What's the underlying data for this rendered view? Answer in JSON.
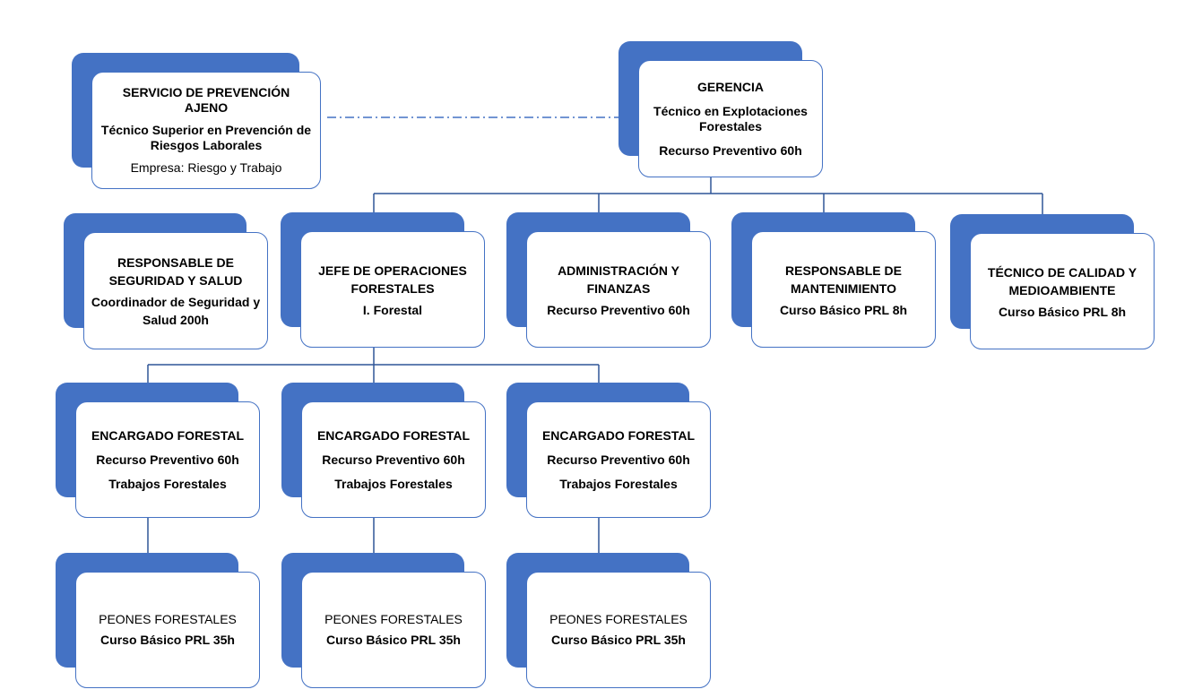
{
  "nodes": {
    "spa": {
      "lines": [
        {
          "text": "SERVICIO DE PREVENCIÓN AJENO",
          "bold": true
        },
        {
          "text": "Técnico Superior en Prevención de Riesgos Laborales",
          "bold": true
        },
        {
          "text": "Empresa: Riesgo y Trabajo",
          "bold": false
        }
      ]
    },
    "gerencia": {
      "lines": [
        {
          "text": "GERENCIA",
          "bold": true
        },
        {
          "text": "Técnico en Explotaciones Forestales",
          "bold": true
        },
        {
          "text": "Recurso Preventivo 60h",
          "bold": true
        }
      ]
    },
    "seguridad": {
      "lines": [
        {
          "text": "RESPONSABLE DE SEGURIDAD Y SALUD",
          "bold": true
        },
        {
          "text": "Coordinador de Seguridad y Salud 200h",
          "bold": true
        }
      ]
    },
    "jefe": {
      "lines": [
        {
          "text": "JEFE DE OPERACIONES FORESTALES",
          "bold": true
        },
        {
          "text": "I. Forestal",
          "bold": true
        }
      ]
    },
    "admin": {
      "lines": [
        {
          "text": "ADMINISTRACIÓN Y FINANZAS",
          "bold": true
        },
        {
          "text": "Recurso Preventivo 60h",
          "bold": true
        }
      ]
    },
    "mant": {
      "lines": [
        {
          "text": "RESPONSABLE DE MANTENIMIENTO",
          "bold": true
        },
        {
          "text": "Curso Básico PRL 8h",
          "bold": true
        }
      ]
    },
    "calidad": {
      "lines": [
        {
          "text": "TÉCNICO DE CALIDAD Y MEDIOAMBIENTE",
          "bold": true
        },
        {
          "text": "Curso Básico PRL 8h",
          "bold": true
        }
      ]
    },
    "enc1": {
      "lines": [
        {
          "text": "ENCARGADO FORESTAL",
          "bold": true
        },
        {
          "text": "Recurso Preventivo 60h",
          "bold": true
        },
        {
          "text": "Trabajos Forestales",
          "bold": true
        }
      ]
    },
    "enc2": {
      "lines": [
        {
          "text": "ENCARGADO FORESTAL",
          "bold": true
        },
        {
          "text": "Recurso Preventivo 60h",
          "bold": true
        },
        {
          "text": "Trabajos Forestales",
          "bold": true
        }
      ]
    },
    "enc3": {
      "lines": [
        {
          "text": "ENCARGADO FORESTAL",
          "bold": true
        },
        {
          "text": "Recurso Preventivo 60h",
          "bold": true
        },
        {
          "text": "Trabajos Forestales",
          "bold": true
        }
      ]
    },
    "peon1": {
      "lines": [
        {
          "text": "PEONES FORESTALES",
          "bold": false
        },
        {
          "text": "Curso Básico PRL 35h",
          "bold": true
        }
      ]
    },
    "peon2": {
      "lines": [
        {
          "text": "PEONES FORESTALES",
          "bold": false
        },
        {
          "text": "Curso Básico PRL 35h",
          "bold": true
        }
      ]
    },
    "peon3": {
      "lines": [
        {
          "text": "PEONES FORESTALES",
          "bold": false
        },
        {
          "text": "Curso Básico PRL 35h",
          "bold": true
        }
      ]
    }
  },
  "colors": {
    "accent": "#4472c4",
    "connector": "#2f5597",
    "text": "#000000"
  }
}
